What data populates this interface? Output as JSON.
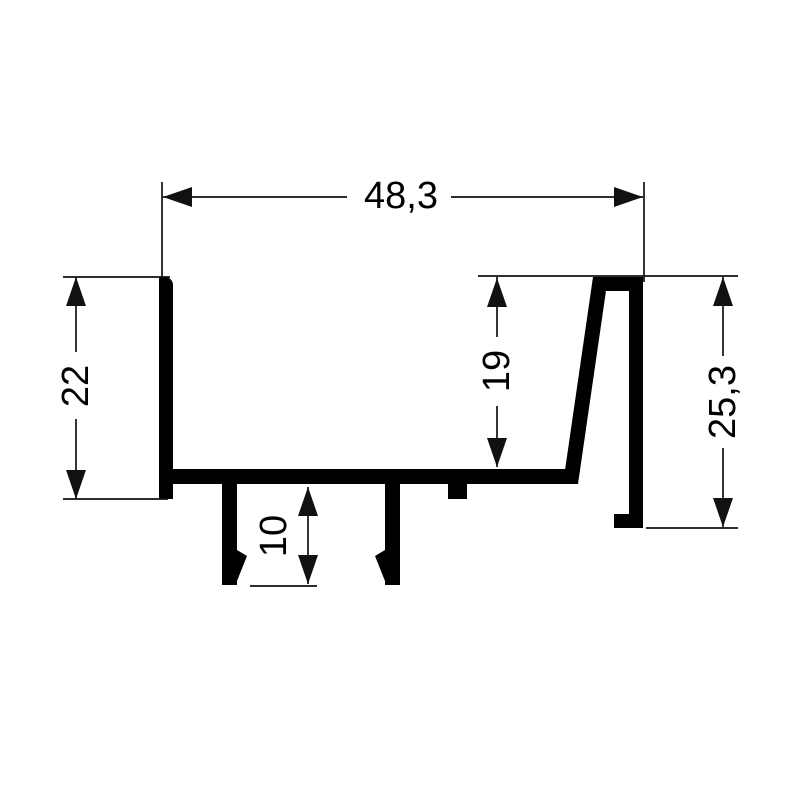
{
  "canvas": {
    "background_color": "#ffffff",
    "ink_color": "#000000"
  },
  "drawing": {
    "labels": {
      "width": "48,3",
      "left_height": "22",
      "inner_height": "19",
      "right_height": "25,3",
      "slot_depth": "10"
    }
  }
}
